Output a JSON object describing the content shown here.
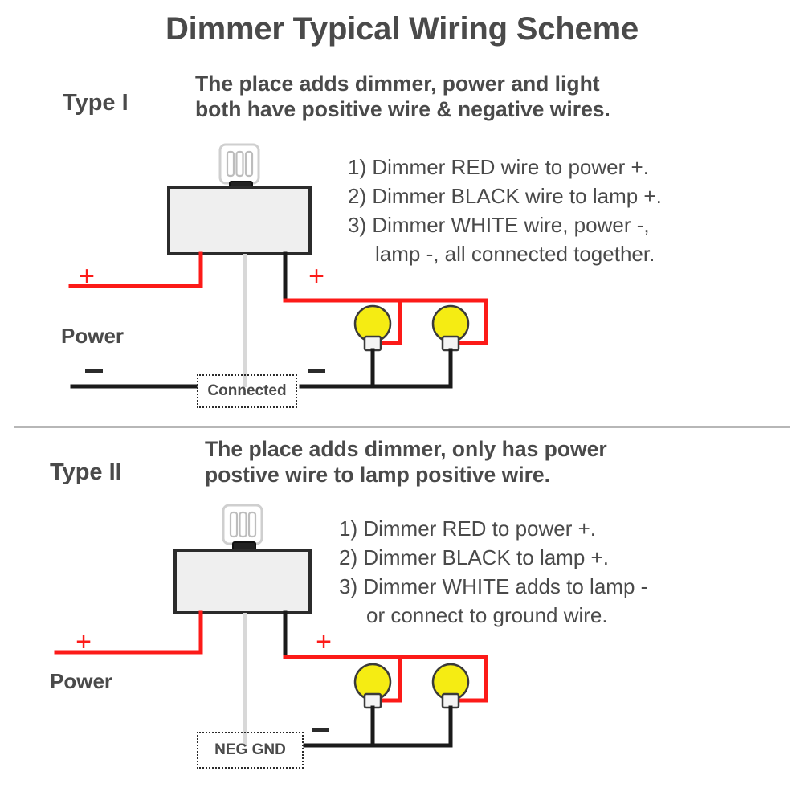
{
  "title": "Dimmer Typical Wiring Scheme",
  "colors": {
    "wire_positive": "#fc1a18",
    "wire_negative": "#1a1a1a",
    "wire_white": "#d8d8d8",
    "lamp_bulb": "#f5ec13",
    "text": "#4a4a4a",
    "divider": "#b7b7b7",
    "module_body": "#eeeeee",
    "module_outline": "#2b2b2b"
  },
  "sections": [
    {
      "id": "type1",
      "type_label": "Type I",
      "headline_line1": "The place adds dimmer, power and light",
      "headline_line2": "both have positive wire & negative wires.",
      "steps": [
        "1) Dimmer RED wire to power +.",
        "2) Dimmer BLACK wire to lamp +.",
        "3) Dimmer WHITE wire, power -,",
        "lamp -, all connected together."
      ],
      "power_label": "Power",
      "junction_label": "Connected",
      "plus_power": "+",
      "plus_lamp": "+",
      "minus_power": "–",
      "minus_lamp": "–",
      "lamp_count": 2,
      "has_power_negative_line": true
    },
    {
      "id": "type2",
      "type_label": "Type II",
      "headline_line1": "The place adds dimmer, only has power",
      "headline_line2": "postive wire to lamp positive wire.",
      "steps": [
        "1) Dimmer RED to power +.",
        "2) Dimmer BLACK to lamp +.",
        "3) Dimmer WHITE adds to lamp -",
        "or connect to ground wire."
      ],
      "power_label": "Power",
      "junction_label": "NEG GND",
      "plus_power": "+",
      "plus_lamp": "+",
      "minus_lamp": "–",
      "lamp_count": 2,
      "has_power_negative_line": false
    }
  ]
}
